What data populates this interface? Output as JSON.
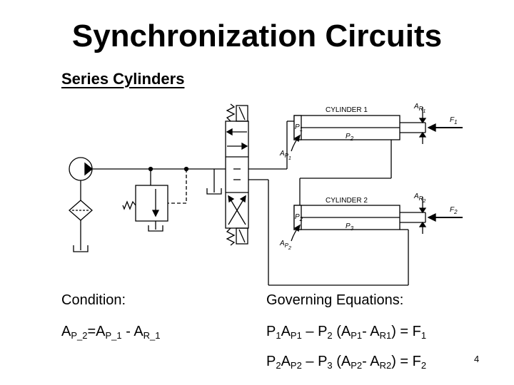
{
  "title": "Synchronization Circuits",
  "subtitle": "Series Cylinders",
  "diagram": {
    "cylinder1_label": "CYLINDER 1",
    "cylinder2_label": "CYLINDER 2",
    "p1": "P",
    "p1_sub": "1",
    "p2": "P",
    "p2_sub": "2",
    "p2b": "P",
    "p2b_sub": "2",
    "p3": "P",
    "p3_sub": "3",
    "ap1": "A",
    "ap1_sub": "P",
    "ap1_subsub": "1",
    "ap2": "A",
    "ap2_sub": "P",
    "ap2_subsub": "2",
    "ar1": "A",
    "ar1_sub": "R",
    "ar1_subsub": "1",
    "ar2": "A",
    "ar2_sub": "R",
    "ar2_subsub": "2",
    "f1": "F",
    "f1_sub": "1",
    "f2": "F",
    "f2_sub": "2"
  },
  "condition": {
    "label": "Condition:",
    "a1": "A",
    "s1": "P_2",
    "eq": "=",
    "a2": "A",
    "s2": "P_1",
    "minus": " - ",
    "a3": "A",
    "s3": "R_1"
  },
  "governing": {
    "label": "Governing Equations:",
    "eq1": {
      "t1": "P",
      "s1": "1",
      "t2": "A",
      "s2": "P1",
      "t3": " – P",
      "s3": "2",
      "t4": " (A",
      "s4": "P1",
      "t5": "- A",
      "s5": "R1",
      "t6": ") = F",
      "s6": "1"
    },
    "eq2": {
      "t1": "P",
      "s1": "2",
      "t2": "A",
      "s2": "P2",
      "t3": " – P",
      "s3": "3",
      "t4": " (A",
      "s4": "P2",
      "t5": "- A",
      "s5": "R2",
      "t6": ") = F",
      "s6": "2"
    }
  },
  "page_number": "4"
}
